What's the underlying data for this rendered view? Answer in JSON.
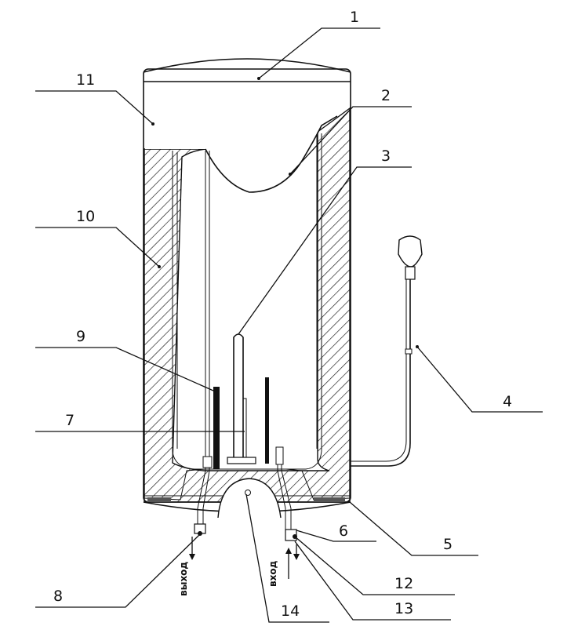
{
  "callouts": {
    "c1": "1",
    "c2": "2",
    "c3": "3",
    "c4": "4",
    "c5": "5",
    "c6": "6",
    "c7": "7",
    "c8": "8",
    "c9": "9",
    "c10": "10",
    "c11": "11",
    "c12": "12",
    "c13": "13",
    "c14": "14"
  },
  "labels": {
    "outlet": "выход",
    "inlet": "вход"
  }
}
